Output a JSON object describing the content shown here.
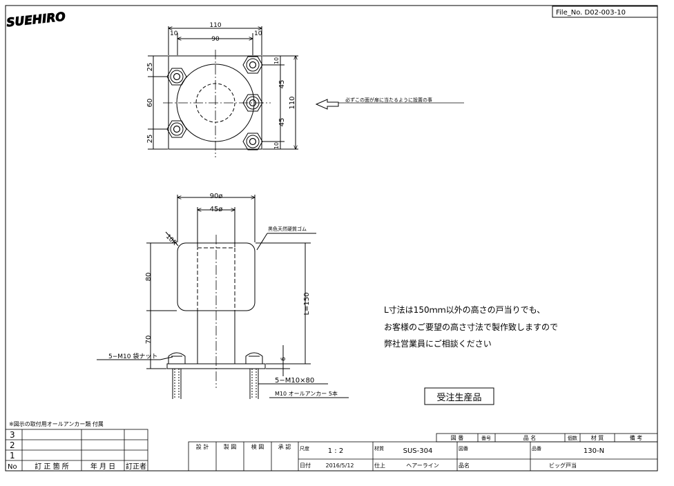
{
  "logo": "SUEHIRO",
  "file_no": "File_No. D02-003-10",
  "top_view": {
    "dim_110": "110",
    "dim_10_left": "10",
    "dim_90": "90",
    "dim_10_right": "10",
    "dim_25_top": "25",
    "dim_60": "60",
    "dim_25_bottom": "25",
    "dim_10_r_top": "10",
    "dim_45_top": "45",
    "dim_110_r": "110",
    "dim_45_bottom": "45",
    "dim_10_r_bottom": "10"
  },
  "install_note": "必ずこの面が扉に当たるように設置の事",
  "side_view": {
    "dim_90": "90ø",
    "dim_45": "45ø",
    "radius": "10R",
    "rubber": "黒色天然硬質ゴム",
    "dim_80": "80",
    "dim_70": "70",
    "dim_L": "L=150",
    "dim_6": "6",
    "nut": "5−M10 袋ナット",
    "bolt": "5−M10×80",
    "anchor": "M10 オールアンカー 5本"
  },
  "remarks": [
    "L寸法は150ｍｍ以外の高さの戸当りでも、",
    "お客様のご要望の高さ寸法で製作致しますので",
    "弊社営業員にご相談ください"
  ],
  "order_stamp": "受注生産品",
  "accessory_note": "※図示の取付用オールアンカー類 付属",
  "revision": {
    "rows": [
      "3",
      "2",
      "1"
    ],
    "headers": [
      "No",
      "訂 正 箇 所",
      "年 月 日",
      "訂正者"
    ]
  },
  "title_block": {
    "parts_headers": [
      "図 番",
      "番号",
      "品 名",
      "個数",
      "材 質",
      "備 考"
    ],
    "signs": [
      "設 計",
      "製 図",
      "検 図",
      "承 認"
    ],
    "scale_label": "尺度",
    "scale": "1 : 2",
    "material_label": "材質",
    "material": "SUS-304",
    "drawing_no_label": "図番",
    "item_no_label": "品番",
    "item_no": "130-N",
    "date_label": "日付",
    "date": "2016/5/12",
    "finish_label": "仕上",
    "finish": "ヘアーライン",
    "name_label": "品名",
    "name": "ビッグ戸当"
  }
}
